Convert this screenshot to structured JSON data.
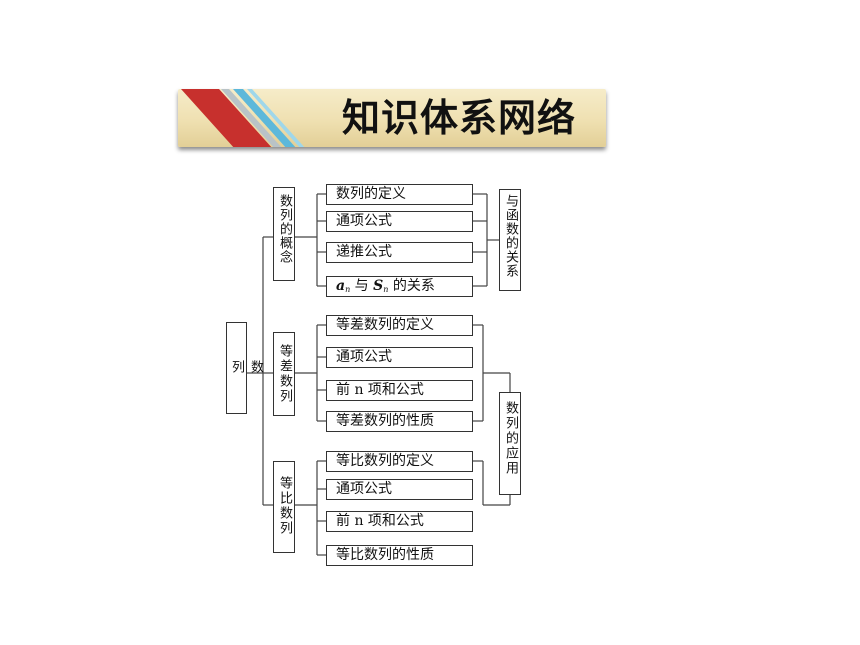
{
  "banner": {
    "title": "知识体系网络"
  },
  "diagram": {
    "root": "数　列",
    "groups": [
      {
        "label": "数列的概念",
        "items": [
          "数列的定义",
          "通项公式",
          "递推公式"
        ]
      },
      {
        "label": "等差数列",
        "items": [
          "等差数列的定义",
          "通项公式",
          "前 n 项和公式",
          "等差数列的性质"
        ]
      },
      {
        "label": "等比数列",
        "items": [
          "等比数列的定义",
          "通项公式",
          "前 n 项和公式",
          "等比数列的性质"
        ]
      }
    ],
    "an_sn": {
      "a": "a",
      "a_sub": "n",
      "mid": " 与 ",
      "s": "S",
      "s_sub": "n",
      "tail": " 的关系"
    },
    "right_labels": [
      "与函数的关系",
      "数列的应用"
    ]
  }
}
